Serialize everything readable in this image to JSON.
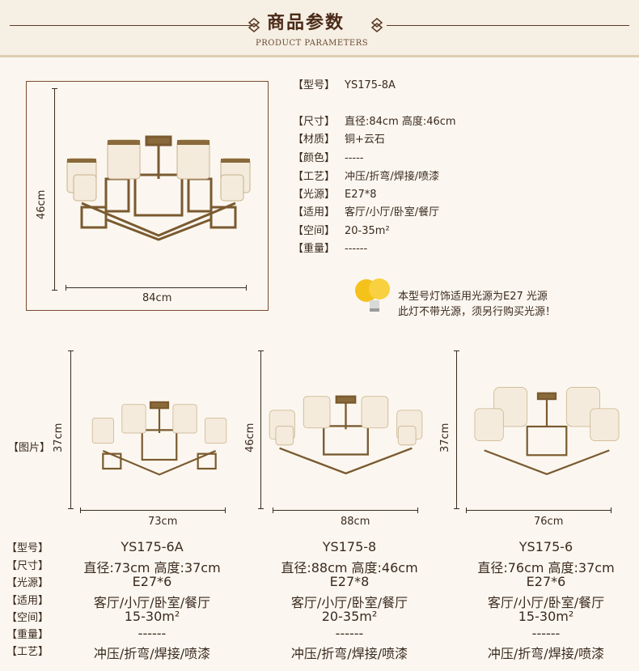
{
  "header": {
    "title": "商品参数",
    "subtitle": "PRODUCT PARAMETERS"
  },
  "main_product": {
    "height_label": "46cm",
    "width_label": "84cm",
    "specs": [
      {
        "key": "【型号】",
        "value": "YS175-8A"
      },
      {
        "key": "【尺寸】",
        "value": "直径:84cm 高度:46cm"
      },
      {
        "key": "【材质】",
        "value": "铜+云石"
      },
      {
        "key": "【颜色】",
        "value": "-----"
      },
      {
        "key": "【工艺】",
        "value": "冲压/折弯/焊接/喷漆"
      },
      {
        "key": "【光源】",
        "value": "E27*8"
      },
      {
        "key": "【适用】",
        "value": "客厅/小厅/卧室/餐厅"
      },
      {
        "key": "【空间】",
        "value": "20-35m²"
      },
      {
        "key": "【重量】",
        "value": "------"
      }
    ]
  },
  "note": {
    "line1": "本型号灯饰适用光源为E27 光源",
    "line2": "此灯不带光源，须另行购买光源！"
  },
  "variants_label": "【图片】",
  "variants": [
    {
      "height_label": "37cm",
      "width_label": "73cm",
      "model": "YS175-6A",
      "size": "直径:73cm 高度:37cm",
      "light": "E27*6",
      "use": "客厅/小厅/卧室/餐厅",
      "space": "15-30m²",
      "weight": "------",
      "craft": "冲压/折弯/焊接/喷漆"
    },
    {
      "height_label": "46cm",
      "width_label": "88cm",
      "model": "YS175-8",
      "size": "直径:88cm 高度:46cm",
      "light": "E27*8",
      "use": "客厅/小厅/卧室/餐厅",
      "space": "20-35m²",
      "weight": "------",
      "craft": "冲压/折弯/焊接/喷漆"
    },
    {
      "height_label": "37cm",
      "width_label": "76cm",
      "model": "YS175-6",
      "size": "直径:76cm 高度:37cm",
      "light": "E27*6",
      "use": "客厅/小厅/卧室/餐厅",
      "space": "15-30m²",
      "weight": "------",
      "craft": "冲压/折弯/焊接/喷漆"
    }
  ],
  "table_keys": {
    "model": "【型号】",
    "size": "【尺寸】",
    "light": "【光源】",
    "use": "【适用】",
    "space": "【空间】",
    "weight": "【重量】",
    "craft": "【工艺】"
  },
  "colors": {
    "background": "#fbf7f0",
    "brass": "#8a6a3a",
    "shade": "#f4ebdc",
    "text": "#3a2a1e"
  }
}
